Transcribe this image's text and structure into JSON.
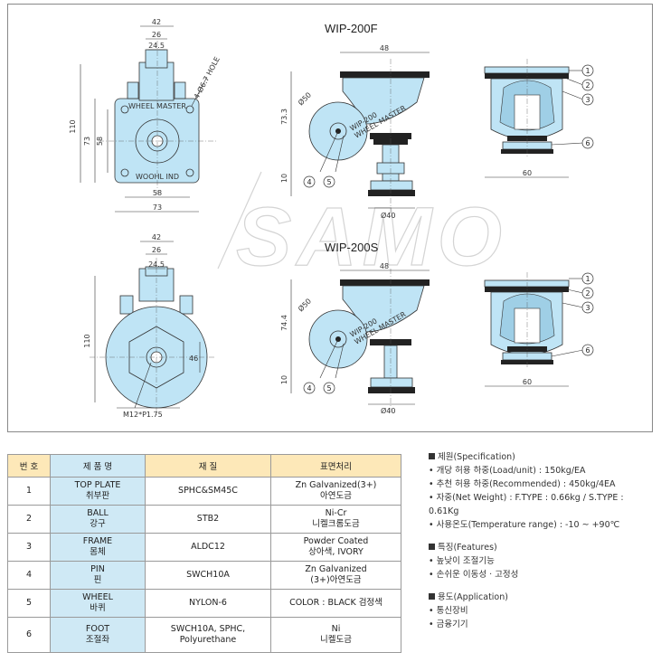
{
  "watermark": "SAMO",
  "models": [
    {
      "id": "wip-200f",
      "title": "WIP-200F",
      "wheel_label": [
        "WIP-200",
        "WHEEL MASTER"
      ]
    },
    {
      "id": "wip-200s",
      "title": "WIP-200S",
      "wheel_label": [
        "WIP-200",
        "WHEEL MASTER"
      ]
    }
  ],
  "top_plate_labels": {
    "top": "WHEEL MASTER",
    "bottom": "WOOHL IND",
    "hole": "4-Ø6.7 HOLE"
  },
  "thread_label": "M12*P1.75",
  "dims_f": {
    "d42": "42",
    "d26": "26",
    "d245": "24.5",
    "d110": "110",
    "d73v": "73",
    "d58v": "58",
    "d58h": "58",
    "d73h": "73",
    "d48": "48",
    "d50": "Ø50",
    "d733": "73.3",
    "d10": "10",
    "d40": "Ø40",
    "d60": "60"
  },
  "dims_s": {
    "d42": "42",
    "d26": "26",
    "d245": "24.5",
    "d110": "110",
    "d46": "46",
    "d48": "48",
    "d50": "Ø50",
    "d744": "74.4",
    "d10": "10",
    "d40": "Ø40",
    "d60": "60"
  },
  "callouts": [
    "1",
    "2",
    "3",
    "4",
    "5",
    "6"
  ],
  "table": {
    "headers": [
      "번 호",
      "제 품 명",
      "재 질",
      "표면처리"
    ],
    "rows": [
      {
        "no": "1",
        "name_en": "TOP PLATE",
        "name_ko": "취부판",
        "material": "SPHC&SM45C",
        "finish": [
          "Zn Galvanized(3+)",
          "아연도금"
        ]
      },
      {
        "no": "2",
        "name_en": "BALL",
        "name_ko": "강구",
        "material": "STB2",
        "finish": [
          "Ni-Cr",
          "니켈크롬도금"
        ]
      },
      {
        "no": "3",
        "name_en": "FRAME",
        "name_ko": "몸체",
        "material": "ALDC12",
        "finish": [
          "Powder Coated",
          "상아색, IVORY"
        ]
      },
      {
        "no": "4",
        "name_en": "PIN",
        "name_ko": "핀",
        "material": "SWCH10A",
        "finish": [
          "Zn Galvanized",
          "(3+)아연도금"
        ]
      },
      {
        "no": "5",
        "name_en": "WHEEL",
        "name_ko": "바퀴",
        "material": "NYLON-6",
        "finish": [
          "COLOR : BLACK 검정색"
        ]
      },
      {
        "no": "6",
        "name_en": "FOOT",
        "name_ko": "조절좌",
        "material": "SWCH10A, SPHC, Polyurethane",
        "finish": [
          "Ni",
          "니켈도금"
        ]
      }
    ]
  },
  "spec": {
    "title": "제원(Specification)",
    "items": [
      "개당 허용 하중(Load/unit) : 150kg/EA",
      "추천 허용 하중(Recommended) : 450kg/4EA",
      "자중(Net Weight) : F.TYPE : 0.66kg / S.TYPE : 0.61Kg",
      "사용온도(Temperature range) : -10 ~ +90℃"
    ]
  },
  "features": {
    "title": "특징(Features)",
    "items": [
      "높낮이 조절기능",
      "손쉬운 이동성 · 고정성"
    ]
  },
  "application": {
    "title": "용도(Application)",
    "items": [
      "통신장비",
      "금융기기"
    ]
  }
}
